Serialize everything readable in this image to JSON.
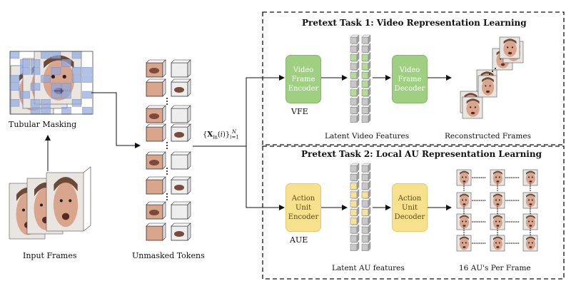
{
  "left": {
    "tubular_masking_label": "Tubular Masking",
    "input_frames_label": "Input Frames",
    "unmasked_tokens_label": "Unmasked Tokens"
  },
  "math_label": "{X_in(i)}_{i=1}^{N}",
  "task1": {
    "title": "Pretext Task 1: Video Representation Learning",
    "encoder_lines": [
      "Video",
      "Frame",
      "Encoder"
    ],
    "decoder_lines": [
      "Video",
      "Frame",
      "Decoder"
    ],
    "encoder_abbrev": "VFE",
    "features_label": "Latent Video Features",
    "output_label": "Reconstructed Frames"
  },
  "task2": {
    "title": "Pretext Task 2: Local AU Representation Learning",
    "encoder_lines": [
      "Action",
      "Unit",
      "Encoder"
    ],
    "decoder_lines": [
      "Action",
      "Unit",
      "Decoder"
    ],
    "encoder_abbrev": "AUE",
    "features_label": "Latent AU features",
    "output_label": "16 AU's Per Frame"
  },
  "colors": {
    "green_block": "#9fcf80",
    "yellow_block": "#f8e18e",
    "gray_cube": "#c8c8c8",
    "green_cube": "#b5dc95",
    "yellow_cube": "#f6e39a",
    "mask_blue": "#8fa8e0",
    "skin": "#d9a58c",
    "hair": "#6b4a36"
  },
  "icons": [
    "tile-icon",
    "face-icon",
    "cube-icon",
    "arrow-icon"
  ]
}
